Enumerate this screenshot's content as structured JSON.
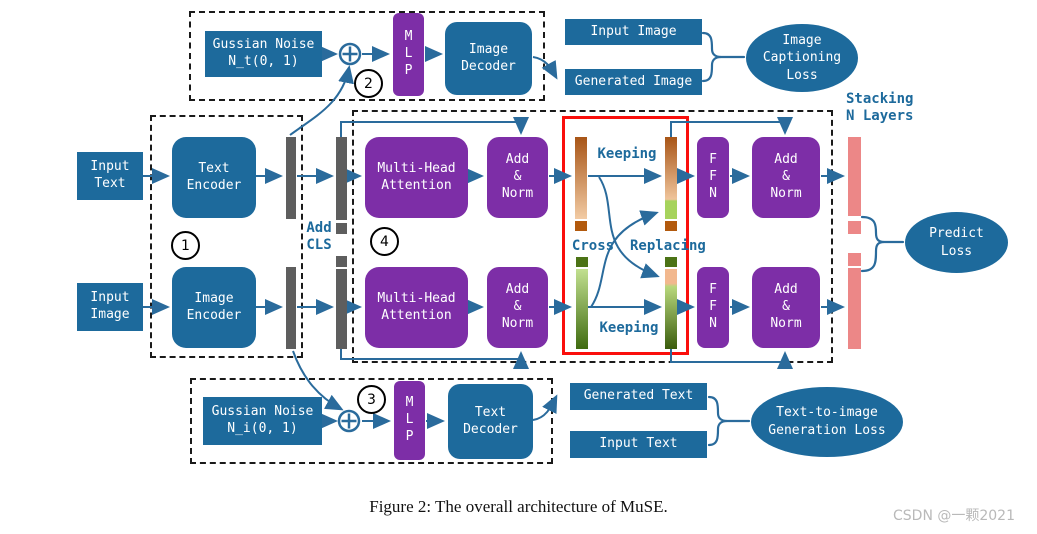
{
  "top_branch": {
    "noise": "Gussian Noise\nN_t(0, 1)",
    "step": "2",
    "mlp": "M\nL\nP",
    "decoder": "Image\nDecoder",
    "input_image": "Input Image",
    "generated_image": "Generated Image",
    "loss": "Image\nCaptioning\nLoss"
  },
  "encoder_stage": {
    "step": "1",
    "input_text": "Input\nText",
    "input_image": "Input\nImage",
    "text_encoder": "Text\nEncoder",
    "image_encoder": "Image\nEncoder",
    "add_cls": "Add\nCLS"
  },
  "fusion_stage": {
    "step": "4",
    "mha_text": "Multi-Head\nAttention",
    "mha_image": "Multi-Head\nAttention",
    "add_norm_text": "Add\n&\nNorm",
    "add_norm_image": "Add\n&\nNorm",
    "keeping_text": "Keeping",
    "cross": "Cross",
    "replacing": "Replacing",
    "keeping_image": "Keeping",
    "ffn_text": "F\nF\nN",
    "ffn_image": "F\nF\nN",
    "add_norm_text_out": "Add\n&\nNorm",
    "add_norm_image_out": "Add\n&\nNorm"
  },
  "output_stage": {
    "stacking": "Stacking\nN Layers",
    "predict_loss": "Predict\nLoss"
  },
  "bottom_branch": {
    "noise": "Gussian Noise\nN_i(0, 1)",
    "step": "3",
    "mlp": "M\nL\nP",
    "decoder": "Text\nDecoder",
    "generated_text": "Generated Text",
    "input_text": "Input Text",
    "loss": "Text-to-image\nGeneration Loss"
  },
  "caption": "Figure 2: The overall architecture of MuSE.",
  "watermark": "CSDN @一颗2021",
  "colors": {
    "box_blue": "#1d6a9c",
    "box_purple": "#7d2ea7",
    "line_blue": "#2a6b9c",
    "bar_gray": "#5e5e5e",
    "bar_salmon": "#ec8787",
    "bar_orange_dark": "#a85517",
    "bar_orange_light": "#f2cba4",
    "bar_green_light": "#c2e090",
    "bar_green_dark": "#3f6b10",
    "red_border": "#fa0f0c"
  }
}
